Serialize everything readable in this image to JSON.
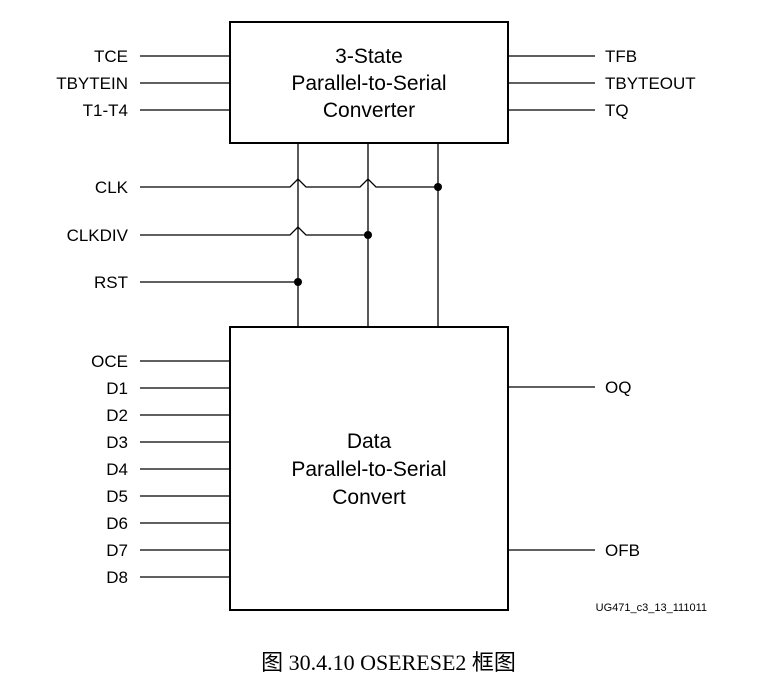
{
  "three_state_block": {
    "title_lines": [
      "3-State",
      "Parallel-to-Serial",
      "Converter"
    ],
    "inputs": [
      "TCE",
      "TBYTEIN",
      "T1-T4"
    ],
    "outputs": [
      "TFB",
      "TBYTEOUT",
      "TQ"
    ]
  },
  "clock_signals": [
    "CLK",
    "CLKDIV",
    "RST"
  ],
  "data_block": {
    "title_lines": [
      "Data",
      "Parallel-to-Serial",
      "Convert"
    ],
    "inputs": [
      "OCE",
      "D1",
      "D2",
      "D3",
      "D4",
      "D5",
      "D6",
      "D7",
      "D8"
    ],
    "outputs": [
      "OQ",
      "OFB"
    ]
  },
  "reference_id": "UG471_c3_13_111011",
  "caption": "图 30.4.10 OSERESE2 框图"
}
